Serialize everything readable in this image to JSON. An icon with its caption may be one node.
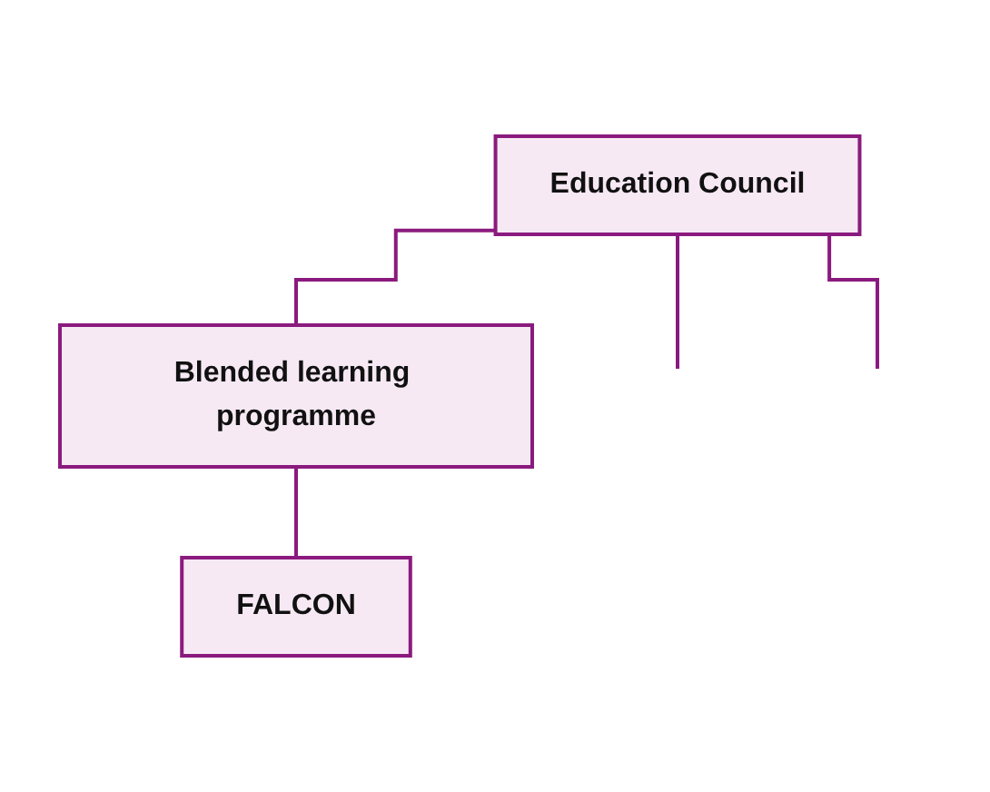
{
  "diagram": {
    "nodes": [
      {
        "text": [
          "Education Council"
        ]
      },
      {
        "text": [
          "Blended learning programme"
        ]
      },
      {
        "text": [
          "FALCON"
        ]
      }
    ],
    "edges": [
      {
        "from": 0,
        "to": 1,
        "arrow": "none"
      },
      {
        "from": 0,
        "to": null,
        "arrow": "none"
      },
      {
        "from": 0,
        "to": null,
        "arrow": "none"
      },
      {
        "from": 1,
        "to": 2,
        "arrow": "none"
      }
    ]
  }
}
